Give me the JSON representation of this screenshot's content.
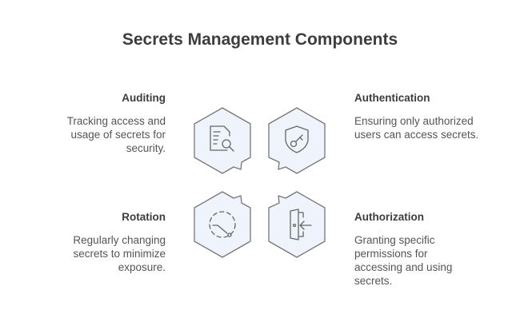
{
  "title": "Secrets Management Components",
  "items": [
    {
      "heading": "Auditing",
      "text": "Tracking access and usage of secrets for security.",
      "icon": "document-search-icon"
    },
    {
      "heading": "Authentication",
      "text": "Ensuring only authorized users can access secrets.",
      "icon": "shield-key-icon"
    },
    {
      "heading": "Rotation",
      "text": "Regularly changing secrets to minimize exposure.",
      "icon": "rotation-icon"
    },
    {
      "heading": "Authorization",
      "text": "Granting specific permissions for accessing and using secrets.",
      "icon": "door-enter-icon"
    }
  ],
  "colors": {
    "hex_fill": "#eef3fc",
    "hex_stroke": "#777777"
  }
}
